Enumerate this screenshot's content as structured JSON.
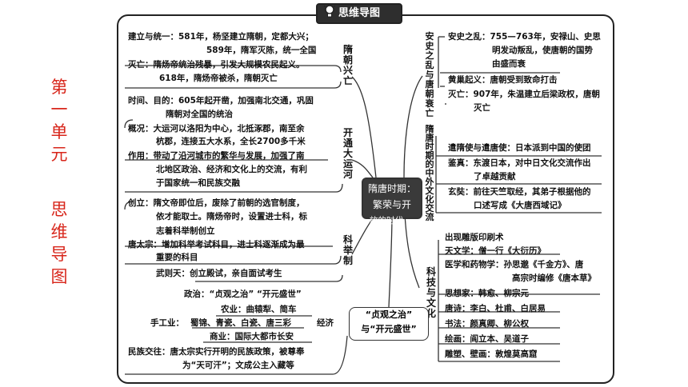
{
  "side_title": {
    "line1": "第一单元",
    "line2": "思维导图"
  },
  "header": {
    "title": "思维导图"
  },
  "center": {
    "line1": "隋唐时期：",
    "line2": "繁荣与开",
    "line3": "放的时代"
  },
  "left": {
    "sui": {
      "label": "隋朝兴亡",
      "r1a": "建立与统一：581年，杨坚建立隋朝，定都大兴；",
      "r1b": "589年，隋军灭陈，统一全国",
      "r2a": "灭亡：隋炀帝统治残暴，引发大规模农民起义。",
      "r2b": "618年，隋炀帝被杀，隋朝灭亡"
    },
    "canal": {
      "label": "开通大运河",
      "r1a": "时间、目的：605年起开凿，加强南北交通，巩固",
      "r1b": "隋朝对全国的统治",
      "r2a": "概况：大运河以洛阳为中心，北抵涿郡，南至余",
      "r2b": "杭郡，连接五大水系，全长2700多千米",
      "r3a": "作用：带动了沿河城市的繁华与发展，加强了南",
      "r3b": "北地区政治、经济和文化上的交流，有利",
      "r3c": "于国家统一和民族交融"
    },
    "exam": {
      "label": "科举制",
      "r1a": "创立：隋文帝即位后，废除了前朝的选官制度，",
      "r1b": "依才能取士。隋炀帝时，设置进士科，标",
      "r1c": "志着科举制创立",
      "r2a": "唐太宗：增加科举考试科目，进士科逐渐成为最",
      "r2b": "重要的科目",
      "r3": "武则天：创立殿试，亲自面试考生"
    },
    "prosper": {
      "box1": "“贞观之治”",
      "box2": "与“开元盛世”",
      "politics": "政治：“贞观之治”  “开元盛世”",
      "farm": "农业：曲辕犁、简车",
      "craft_label": "手工业：",
      "craft": "蜀锦、青瓷、白瓷、唐三彩",
      "econ": "经济",
      "commerce": "商业：国际大都市长安",
      "ethnic_a": "民族交往：唐太宗实行开明的民族政策，被尊奉",
      "ethnic_b": "为“天可汗”；文成公主入藏等"
    }
  },
  "right": {
    "decline": {
      "label": "安史之乱与唐朝衰亡",
      "r1a": "安史之乱：755—763年，安禄山、史思",
      "r1b": "明发动叛乱，使唐朝的国势",
      "r1c": "由盛而衰",
      "r2": "黄巢起义：唐朝受到致命打击",
      "r3a": "灭亡：907年，朱温建立后梁政权，唐朝",
      "r3b": "灭亡"
    },
    "exchange": {
      "label": "隋唐时期的中外文化交流",
      "r1": "遣隋使与遣唐使：日本派到中国的使团",
      "r2a": "鉴真：东渡日本，对中日文化交流作出",
      "r2b": "了卓越贡献",
      "r3a": "玄奘：前往天竺取经，其弟子根据他的",
      "r3b": "口述写成《大唐西域记》"
    },
    "tech": {
      "label": "科技与文化",
      "r1": "出现雕版印刷术",
      "r2": "天文学：僧一行《大衍历》",
      "r3a": "医学和药物学：孙思邈《千金方》、唐",
      "r3b": "高宗时编修《唐本草》",
      "r4": "思想家：韩愈、柳宗元",
      "r5": "唐诗：李白、杜甫、白居易",
      "r6": "书法：颜真卿、柳公权",
      "r7": "绘画：阎立本、吴道子",
      "r8": "雕塑、壁画：敦煌莫高窟"
    }
  }
}
